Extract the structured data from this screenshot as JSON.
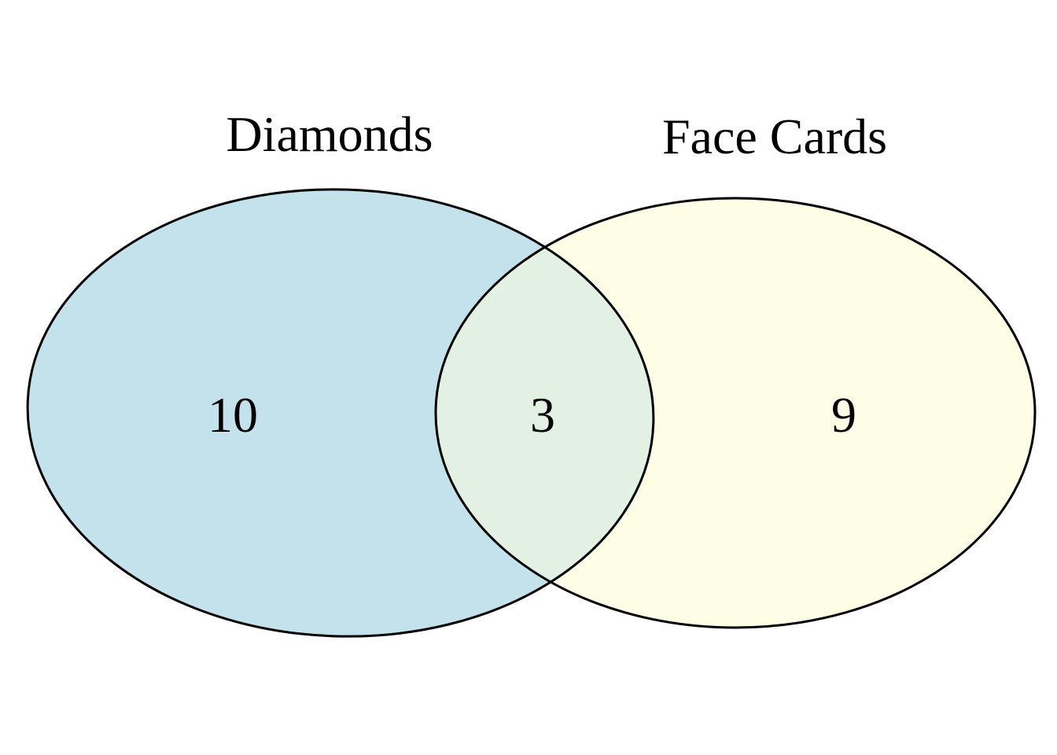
{
  "diagram": {
    "type": "venn",
    "sets": [
      {
        "name": "Diamonds",
        "color": "#c3e2ec"
      },
      {
        "name": "Face Cards",
        "color": "#fefee7"
      }
    ],
    "regions": {
      "diamonds_only": "10",
      "intersection": "3",
      "face_cards_only": "9"
    },
    "intersection_color": "#e3f0e4",
    "outline_color": "#000000"
  }
}
